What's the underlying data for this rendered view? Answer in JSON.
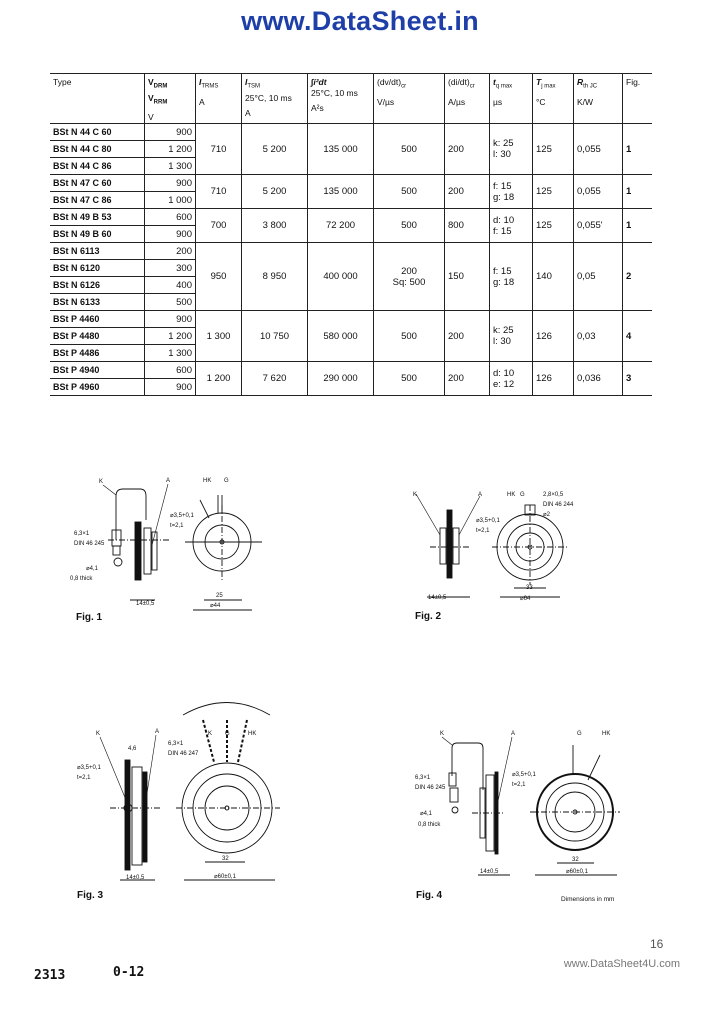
{
  "banner": "www.DataSheet.in",
  "table": {
    "headers": {
      "type": "Type",
      "vdrm": "V",
      "vdrm_sub": "DRM",
      "vrrm": "V",
      "vrrm_sub": "RRM",
      "vdrm_unit": "V",
      "itrms": "I",
      "itrms_sub": "TRMS",
      "itrms_unit": "A",
      "itsm": "I",
      "itsm_sub": "TSM",
      "itsm_cond": "25°C, 10 ms",
      "itsm_unit": "A",
      "i2t": "∫i²dt",
      "i2t_cond": "25°C, 10 ms",
      "i2t_unit": "A²s",
      "dvdt": "(dv/dt)",
      "dvdt_sub": "cr",
      "dvdt_unit": "V/µs",
      "didt": "(di/dt)",
      "didt_sub": "cr",
      "didt_unit": "A/µs",
      "tq": "t",
      "tq_sub": "q max",
      "tq_unit": "µs",
      "tj": "T",
      "tj_sub": "j max",
      "tj_unit": "°C",
      "rth": "R",
      "rth_sub": "th JC",
      "rth_unit": "K/W",
      "fig": "Fig."
    },
    "groups": [
      {
        "rows": [
          {
            "type": "BSt N 44 C 60",
            "v": "900"
          },
          {
            "type": "BSt N 44 C 80",
            "v": "1 200"
          },
          {
            "type": "BSt N 44 C 86",
            "v": "1 300"
          }
        ],
        "itrms": "710",
        "itsm": "5 200",
        "i2t": "135 000",
        "dvdt": "500",
        "dvdt2": "",
        "didt": "200",
        "tq1": "k:  25",
        "tq2": "l:  30",
        "tj": "125",
        "rth": "0,055",
        "fig": "1"
      },
      {
        "rows": [
          {
            "type": "BSt N 47 C 60",
            "v": "900"
          },
          {
            "type": "BSt N 47 C 86",
            "v": "1 000"
          }
        ],
        "itrms": "710",
        "itsm": "5 200",
        "i2t": "135 000",
        "dvdt": "500",
        "dvdt2": "",
        "didt": "200",
        "tq1": "f:  15",
        "tq2": "g:  18",
        "tj": "125",
        "rth": "0,055",
        "fig": "1"
      },
      {
        "rows": [
          {
            "type": "BSt N 49 B 53",
            "v": "600"
          },
          {
            "type": "BSt N 49 B 60",
            "v": "900"
          }
        ],
        "itrms": "700",
        "itsm": "3 800",
        "i2t": "72 200",
        "dvdt": "500",
        "dvdt2": "",
        "didt": "800",
        "tq1": "d:  10",
        "tq2": "f:  15",
        "tj": "125",
        "rth": "0,055'",
        "fig": "1"
      },
      {
        "rows": [
          {
            "type": "BSt N 6113",
            "v": "200"
          },
          {
            "type": "BSt N 6120",
            "v": "300"
          },
          {
            "type": "BSt N 6126",
            "v": "400"
          },
          {
            "type": "BSt N 6133",
            "v": "500"
          }
        ],
        "itrms": "950",
        "itsm": "8 950",
        "i2t": "400 000",
        "dvdt": "200",
        "dvdt2": "Sq: 500",
        "didt": "150",
        "tq1": "f:  15",
        "tq2": "g:  18",
        "tj": "140",
        "rth": "0,05",
        "fig": "2"
      },
      {
        "rows": [
          {
            "type": "BSt P 4460",
            "v": "900"
          },
          {
            "type": "BSt P 4480",
            "v": "1 200"
          },
          {
            "type": "BSt P 4486",
            "v": "1 300"
          }
        ],
        "itrms": "1 300",
        "itsm": "10 750",
        "i2t": "580 000",
        "dvdt": "500",
        "dvdt2": "",
        "didt": "200",
        "tq1": "k:  25",
        "tq2": "l:  30",
        "tj": "126",
        "rth": "0,03",
        "fig": "4"
      },
      {
        "rows": [
          {
            "type": "BSt P 4940",
            "v": "600"
          },
          {
            "type": "BSt P 4960",
            "v": "900"
          }
        ],
        "itrms": "1 200",
        "itsm": "7 620",
        "i2t": "290 000",
        "dvdt": "500",
        "dvdt2": "",
        "didt": "200",
        "tq1": "d:  10",
        "tq2": "e:  12",
        "tj": "126",
        "rth": "0,036",
        "fig": "3"
      }
    ]
  },
  "figures": {
    "fig1": {
      "label": "Fig. 1",
      "k": "K",
      "a": "A",
      "hk": "HK",
      "g": "G",
      "tab": "6,3×1",
      "din": "DIN 46 245",
      "hole": "⌀4,1",
      "thick": "0,8 thick",
      "pin": "⌀3,5+0,1",
      "pin_t": "t=2,1",
      "d_inner": "25",
      "d_outer": "⌀44",
      "width": "14±0,5"
    },
    "fig2": {
      "label": "Fig. 2",
      "k": "K",
      "a": "A",
      "hk": "HK",
      "g": "G",
      "tab": "2,8×0,5",
      "din": "DIN 46 244",
      "pin2": "⌀2",
      "pin": "⌀3,5+0,1",
      "pin_t": "t=2,1",
      "d_inner": "33",
      "d_outer": "⌀64",
      "width": "14±0,5"
    },
    "fig3": {
      "label": "Fig. 3",
      "k": "K",
      "a": "A",
      "hk": "HK",
      "g": "G",
      "k2": "K",
      "tab": "6,3×1",
      "din": "DIN 46 247",
      "pin": "⌀3,5+0,1",
      "pin_t": "t=2,1",
      "dim46": "4,6",
      "d_inner": "32",
      "d_outer": "⌀60±0,1",
      "width": "14±0,5"
    },
    "fig4": {
      "label": "Fig. 4",
      "k": "K",
      "a": "A",
      "hk": "HK",
      "g": "G",
      "tab": "6,3×1",
      "din": "DIN 46 245",
      "hole": "⌀4,1",
      "thick": "0,8 thick",
      "pin": "⌀3,5+0,1",
      "pin_t": "t=2,1",
      "d_inner": "32",
      "d_outer": "⌀60±0,1",
      "width": "14±0,5"
    },
    "dimensions_note": "Dimensions in mm"
  },
  "footer": {
    "code1": "2313",
    "code2": "0-12",
    "watermark": "www.DataSheet4U.com",
    "page": "16"
  }
}
